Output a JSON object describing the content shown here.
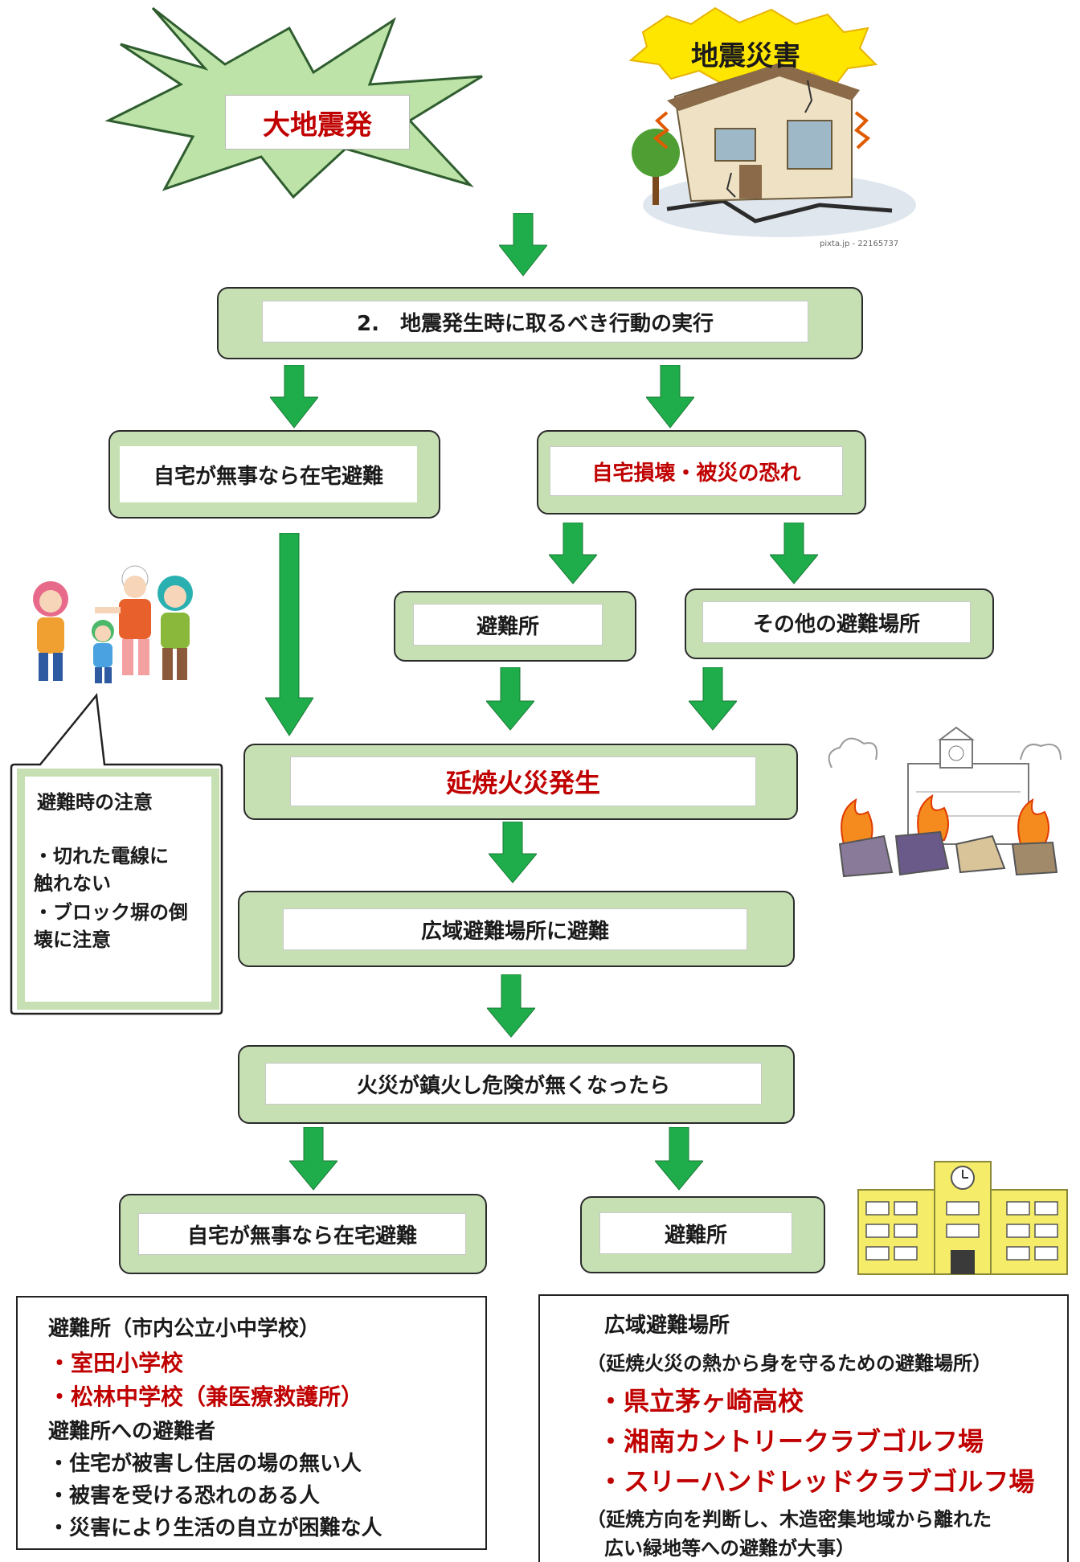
{
  "burst": {
    "label": "大地震発"
  },
  "quake_illustration": {
    "sign": "地震災害",
    "credit": "pixta.jp - 22165737"
  },
  "step_action": {
    "label": "2.　地震発生時に取るべき行動の実行"
  },
  "home_safe_1": {
    "label": "自宅が無事なら在宅避難"
  },
  "home_damage": {
    "label": "自宅損壊・被災の恐れ"
  },
  "shelter_1": {
    "label": "避難所"
  },
  "other_place": {
    "label": "その他の避難場所"
  },
  "fire_spread": {
    "label": "延焼火災発生"
  },
  "wide_area": {
    "label": "広域避難場所に避難"
  },
  "fire_out": {
    "label": "火災が鎮火し危険が無くなったら"
  },
  "home_safe_2": {
    "label": "自宅が無事なら在宅避難"
  },
  "shelter_2": {
    "label": "避難所"
  },
  "caution": {
    "title": "避難時の注意",
    "lines": [
      "・切れた電線に",
      "触れない",
      "・ブロック塀の倒",
      "壊に注意"
    ]
  },
  "shelter_info": {
    "title": "避難所（市内公立小中学校）",
    "schools": [
      "・室田小学校",
      "・松林中学校（兼医療救護所）"
    ],
    "evacuees_title": "避難所への避難者",
    "evacuees": [
      "・住宅が被害し住居の場の無い人",
      "・被害を受ける恐れのある人",
      "・災害により生活の自立が困難な人"
    ]
  },
  "wide_area_info": {
    "title": "広域避難場所",
    "subtitle": "（延焼火災の熱から身を守るための避難場所）",
    "places": [
      "・県立茅ヶ崎高校",
      "・湘南カントリークラブゴルフ場",
      "・スリーハンドレッドクラブゴルフ場"
    ],
    "note_line1": "（延焼方向を判断し、木造密集地域から離れた",
    "note_line2": "広い緑地等への避難が大事）"
  },
  "colors": {
    "box_fill": "#c6e0b4",
    "arrow": "#1fad4b",
    "burst_fill": "#bde3a8",
    "emphasis_red": "#c00000"
  }
}
